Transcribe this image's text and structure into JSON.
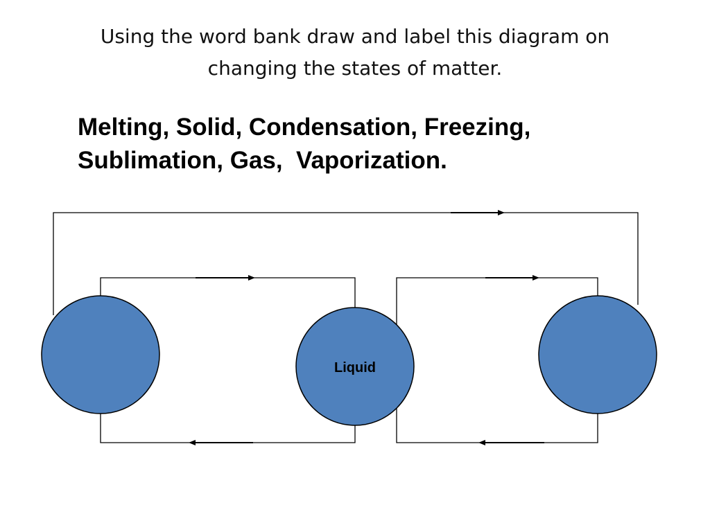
{
  "slide": {
    "title_lines": [
      "Using the word bank draw and label this diagram on",
      "changing the states of matter."
    ],
    "word_bank_lines": [
      "Melting, Solid, Condensation, Freezing,",
      "Sublimation, Gas,  Vaporization."
    ]
  },
  "diagram": {
    "states": [
      {
        "id": "left",
        "label": ""
      },
      {
        "id": "middle",
        "label": "Liquid"
      },
      {
        "id": "right",
        "label": ""
      }
    ],
    "colors": {
      "circle_fill": "#4F81BD",
      "circle_stroke": "#000000",
      "line": "#000000"
    }
  }
}
